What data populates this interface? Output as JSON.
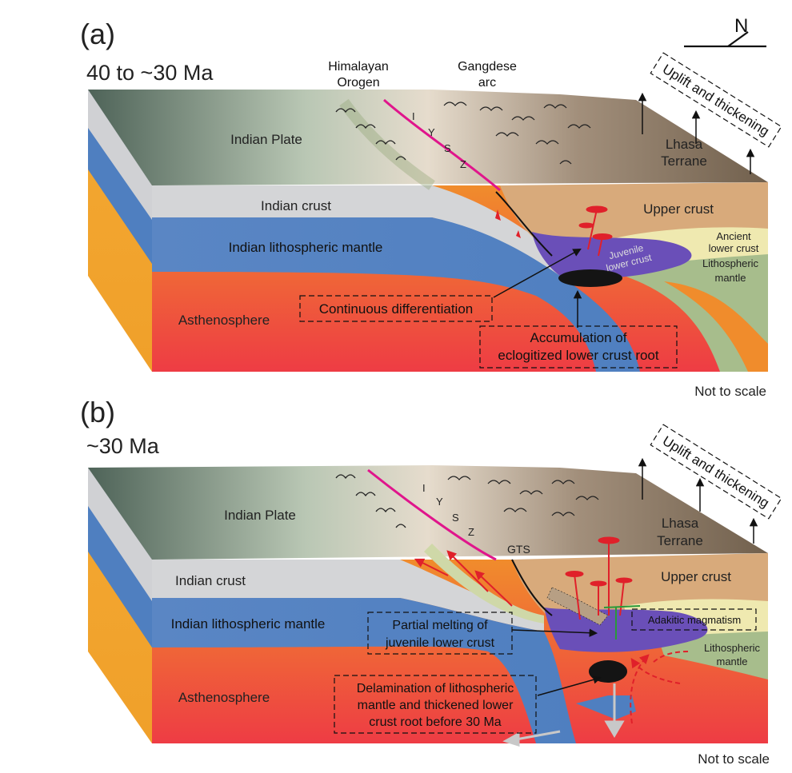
{
  "panel_a": {
    "letter": "(a)",
    "time": "40 to ~30 Ma",
    "labels": {
      "himalayan_1": "Himalayan",
      "himalayan_2": "Orogen",
      "gangdese_1": "Gangdese",
      "gangdese_2": "arc",
      "indian_plate": "Indian Plate",
      "lhasa_1": "Lhasa",
      "lhasa_2": "Terrane",
      "indian_crust": "Indian crust",
      "indian_lith_mantle": "Indian lithospheric mantle",
      "upper_crust": "Upper crust",
      "ancient_1": "Ancient",
      "ancient_2": "lower crust",
      "juvenile_1": "Juvenile",
      "juvenile_2": "lower crust",
      "lith_1": "Lithospheric",
      "lith_2": "mantle",
      "asthenosphere": "Asthenosphere",
      "continuous": "Continuous differentiation",
      "accum_1": "Accumulation of",
      "accum_2": "eclogitized lower crust root",
      "uplift": "Uplift and thickening",
      "not_to_scale": "Not to scale",
      "suture_letters": [
        "I",
        "Y",
        "S",
        "Z"
      ]
    }
  },
  "panel_b": {
    "letter": "(b)",
    "time": "~30 Ma",
    "labels": {
      "indian_plate": "Indian Plate",
      "lhasa_1": "Lhasa",
      "lhasa_2": "Terrane",
      "gts": "GTS",
      "indian_crust": "Indian crust",
      "indian_lith_mantle": "Indian lithospheric mantle",
      "upper_crust": "Upper crust",
      "adakitic": "Adakitic magmatism",
      "partial_1": "Partial melting of",
      "partial_2": "juvenile lower crust",
      "lith_1": "Lithospheric",
      "lith_2": "mantle",
      "asthenosphere": "Asthenosphere",
      "delam_1": "Delamination of lithospheric",
      "delam_2": "mantle and thickened lower",
      "delam_3": "crust root before 30 Ma",
      "uplift": "Uplift and thickening",
      "not_to_scale": "Not to scale",
      "suture_letters": [
        "I",
        "Y",
        "S",
        "Z"
      ]
    }
  },
  "north_label": "N",
  "colors": {
    "indian_crust": "#d4d5d7",
    "indian_mantle": "#5a86c4",
    "upper_crust": "#d8aa7b",
    "juvenile": "#6a4fb8",
    "lith_mantle": "#a7bd8c",
    "ancient_crust": "#efe9b0",
    "suture": "#e0158c",
    "magma": "#e0202a",
    "adakitic_dyke": "#2a9a3a",
    "eclogite_root": "#141414"
  }
}
